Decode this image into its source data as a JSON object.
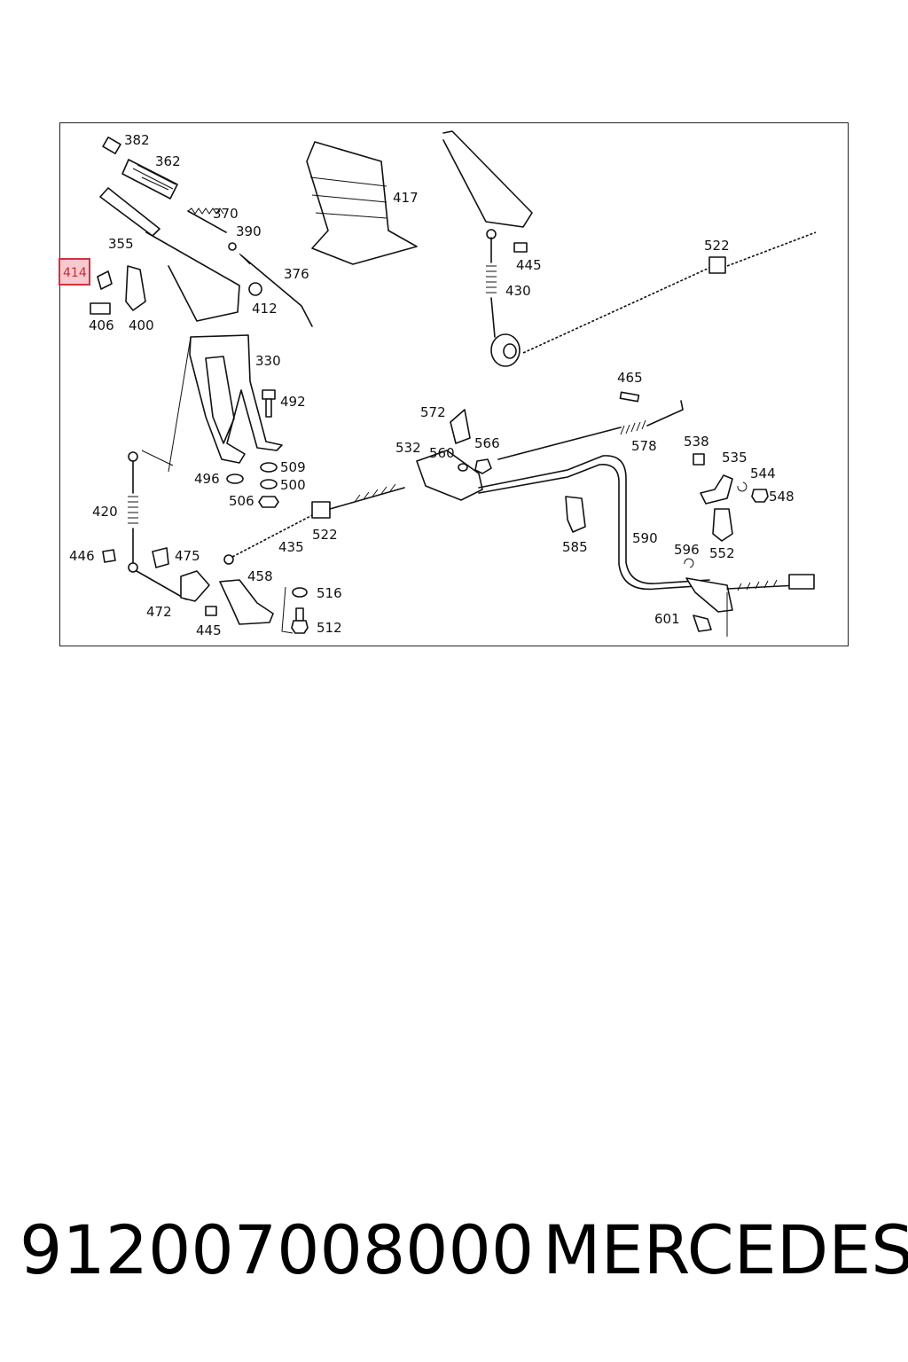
{
  "diagram": {
    "highlighted_label": "414",
    "labels": [
      "382",
      "362",
      "370",
      "390",
      "355",
      "376",
      "406",
      "400",
      "412",
      "417",
      "445",
      "430",
      "522",
      "330",
      "492",
      "496",
      "509",
      "500",
      "506",
      "420",
      "446",
      "475",
      "472",
      "445",
      "458",
      "516",
      "512",
      "435",
      "522",
      "465",
      "572",
      "532",
      "560",
      "566",
      "578",
      "538",
      "535",
      "544",
      "548",
      "585",
      "590",
      "596",
      "552",
      "601"
    ]
  },
  "footer": {
    "part_number": "91200700800​0",
    "brand": "MERCEDES"
  },
  "colors": {
    "highlight_border": "#d1333d",
    "highlight_fill": "#f7c9cf",
    "line": "#111111"
  }
}
